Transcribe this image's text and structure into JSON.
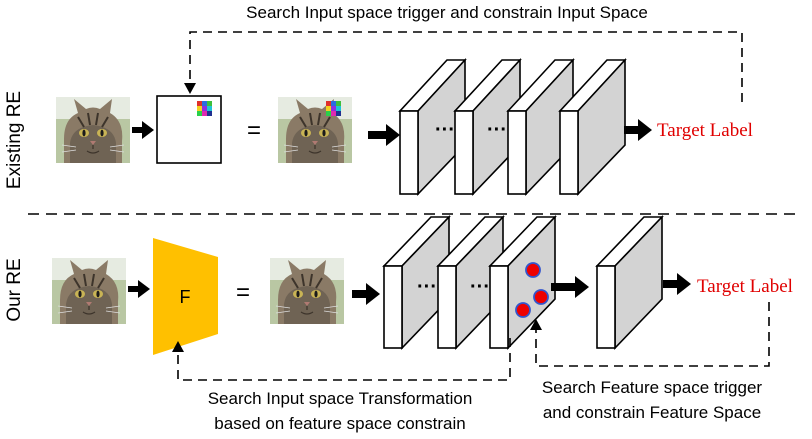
{
  "colors": {
    "target_label": "#e00000",
    "transform_block": "#ffc000",
    "trigger_dot": "#ee0000",
    "trigger_dot_ring": "#3355cc",
    "layer_side": "#d3d3d3"
  },
  "icons": {
    "cat_image": "cat-photo-icon",
    "trigger_patch": "colored-pixel-patch-icon"
  },
  "existing": {
    "row_label": "Existing RE",
    "top_caption": "Search Input space trigger and constrain Input Space",
    "equals": "=",
    "dots": [
      "···",
      "···"
    ],
    "target_label": "Target Label"
  },
  "ours": {
    "row_label": "Our RE",
    "transform_label": "F",
    "equals": "=",
    "dots": [
      "···",
      "···"
    ],
    "target_label": "Target Label",
    "bottom_caption_left": [
      "Search Input space Transformation",
      "based on feature space constrain"
    ],
    "bottom_caption_right": [
      "Search Feature space trigger",
      "and constrain Feature Space"
    ]
  }
}
